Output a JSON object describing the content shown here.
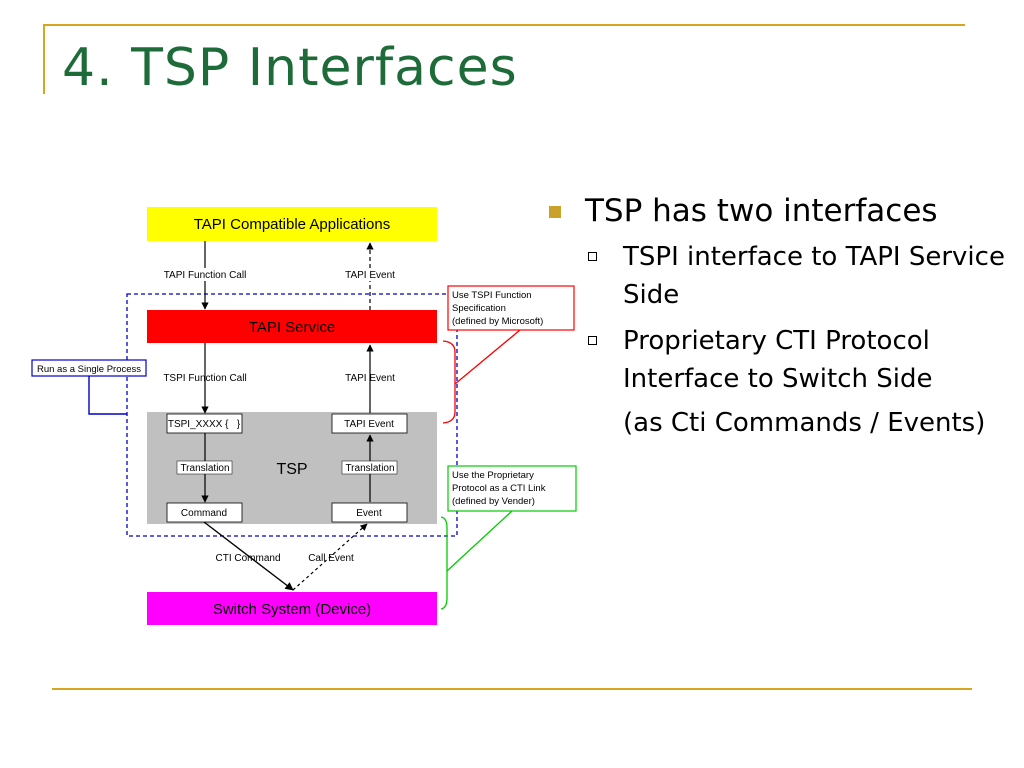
{
  "slide": {
    "title": "4. TSP Interfaces"
  },
  "diagram": {
    "tapi_apps": "TAPI Compatible Applications",
    "tapi_service": "TAPI Service",
    "switch_system": "Switch System (Device)",
    "tsp_label": "TSP",
    "tapi_function_call": "TAPI Function Call",
    "tapi_event_top": "TAPI Event",
    "tspi_function_call": "TSPI Function Call",
    "tapi_event_mid": "TAPI Event",
    "tspi_xxxx": "TSPI_XXXX {   }",
    "tapi_event_box": "TAPI Event",
    "translation_left": "Translation",
    "translation_right": "Translation",
    "command": "Command",
    "event": "Event",
    "cti_command": "CTI Command",
    "call_event": "Call Event",
    "single_process": "Run as a Single Process",
    "callout_tspi": [
      "Use TSPI Function",
      "Specification",
      "(defined by Microsoft)"
    ],
    "callout_proprietary": [
      "Use the Proprietary",
      "Protocol as a CTI Link",
      "(defined by Vender)"
    ],
    "colors": {
      "apps_fill": "#ffff00",
      "service_fill": "#ff0000",
      "switch_fill": "#ff00ff",
      "tsp_fill": "#c0c0c0",
      "red_callout": "#ff0000",
      "green_callout": "#00cc00",
      "blue_process": "#0000cc",
      "title": "#1e6b3a",
      "accent": "#d9a520"
    }
  },
  "bullets": {
    "main": "TSP has two interfaces",
    "sub1": "TSPI interface to TAPI Service Side",
    "sub2": "Proprietary CTI Protocol Interface to Switch Side",
    "sub2_cont": "(as Cti Commands / Events)"
  }
}
